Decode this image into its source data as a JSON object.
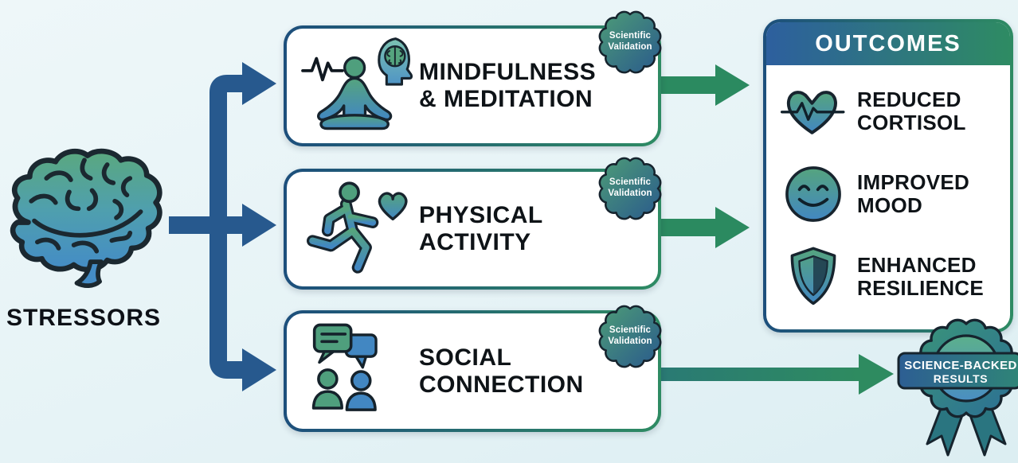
{
  "stressors": {
    "label": "STRESSORS",
    "icon": "brain-icon"
  },
  "badge": {
    "line1": "Scientific",
    "line2": "Validation"
  },
  "interventions": [
    {
      "line1": "MINDFULNESS",
      "line2": "& MEDITATION",
      "icon": "meditation-icon"
    },
    {
      "line1": "PHYSICAL",
      "line2": "ACTIVITY",
      "icon": "runner-heart-icon"
    },
    {
      "line1": "SOCIAL",
      "line2": "CONNECTION",
      "icon": "people-chat-icon"
    }
  ],
  "outcomes": {
    "title": "OUTCOMES",
    "items": [
      {
        "line1": "REDUCED",
        "line2": "CORTISOL",
        "icon": "heart-ekg-icon"
      },
      {
        "line1": "IMPROVED",
        "line2": "MOOD",
        "icon": "smiley-icon"
      },
      {
        "line1": "ENHANCED",
        "line2": "RESILIENCE",
        "icon": "shield-icon"
      }
    ]
  },
  "seal": {
    "line1": "SCIENCE-BACKED",
    "line2": "RESULTS"
  },
  "colors": {
    "background": "#e6f3f6",
    "arrow_blue": "#27598e",
    "arrow_green": "#2b8a60",
    "border_gradient_left": "#1d4f7c",
    "border_gradient_right": "#2e8b63",
    "header_gradient_left": "#2d5f9e",
    "header_gradient_right": "#2e8b63",
    "icon_green": "#4f9f7d",
    "icon_blue": "#4287c2",
    "outline_dark": "#17242e"
  }
}
